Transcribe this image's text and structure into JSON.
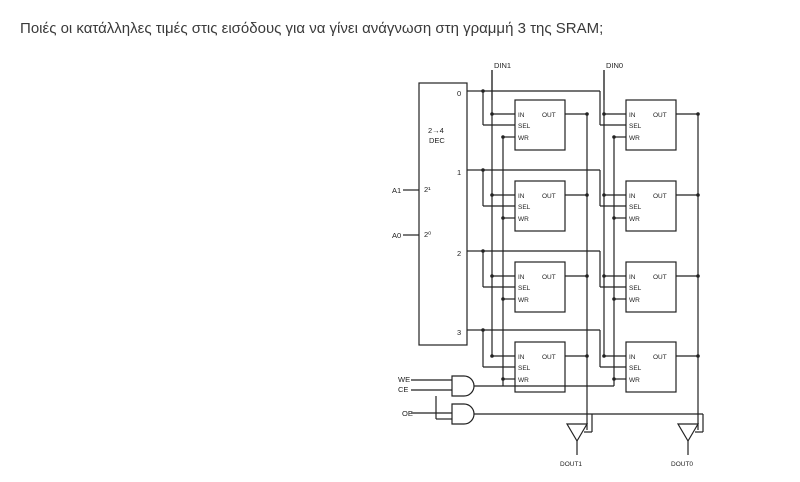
{
  "question": "Ποιές οι κατάλληλες τιμές στις εισόδους για να γίνει ανάγνωση στη γραμμή 3 της SRAM;",
  "decoder": {
    "title_top": "2→4",
    "title_bottom": "DEC",
    "outputs": [
      "0",
      "1",
      "2",
      "3"
    ],
    "input_labels": [
      "2¹",
      "2⁰"
    ]
  },
  "address_inputs": [
    "A1",
    "A0"
  ],
  "data_inputs": [
    "DIN1",
    "DIN0"
  ],
  "data_outputs": [
    "DOUT1",
    "DOUT0"
  ],
  "control_inputs": [
    "WE",
    "CE",
    "OE"
  ],
  "cell_pins": {
    "in": "IN",
    "out": "OUT",
    "sel": "SEL",
    "wr": "WR"
  }
}
